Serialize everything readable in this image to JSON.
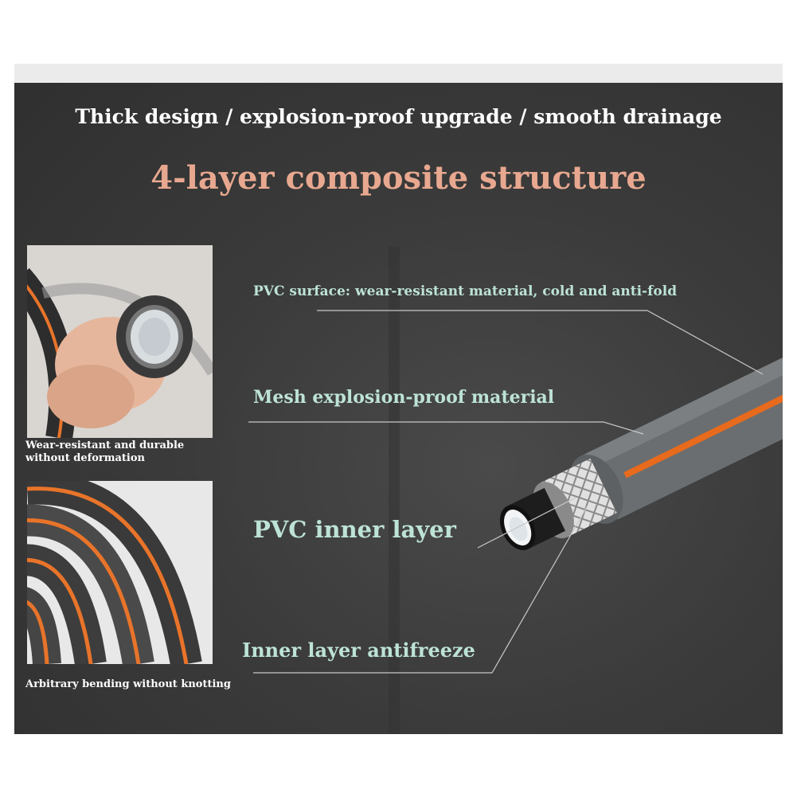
{
  "headline": "Thick design / explosion-proof upgrade / smooth drainage",
  "title": "4-layer composite structure",
  "captions": {
    "photo1": "Wear-resistant and durable without deformation",
    "photo2": "Arbitrary bending without knotting"
  },
  "labels": {
    "pvc_surface": "PVC surface: wear-resistant material, cold and anti-fold",
    "mesh": "Mesh explosion-proof material",
    "pvc_inner": "PVC inner layer",
    "antifreeze": "Inner layer antifreeze"
  },
  "colors": {
    "background": "#3b3b3b",
    "title": "#e8a890",
    "label": "#bde3d6",
    "hose_gray": "#6b6e70",
    "hose_stripe": "#e86a1c"
  }
}
